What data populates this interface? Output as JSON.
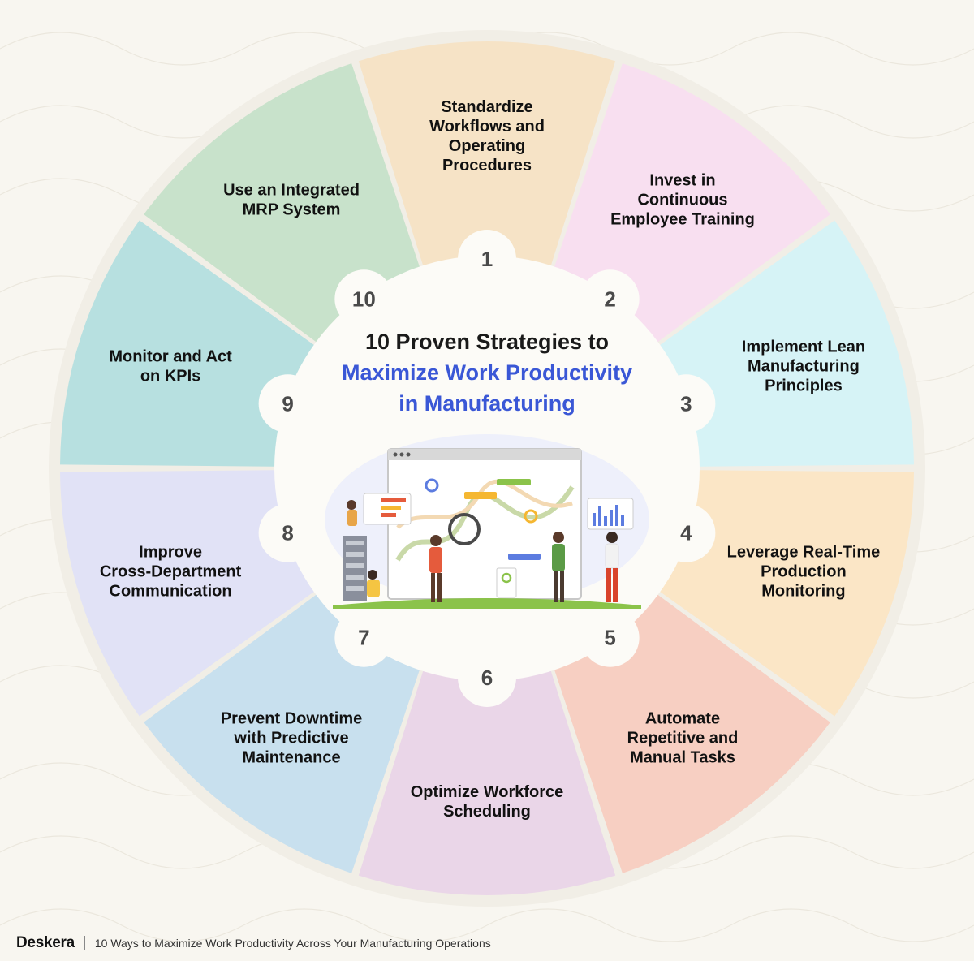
{
  "diagram": {
    "title_line1": "10 Proven Strategies to",
    "title_line2": "Maximize Work Productivity",
    "title_line3": "in Manufacturing",
    "accent_color": "#3a57d6",
    "segments": [
      {
        "number": "1",
        "lines": [
          "Standardize",
          "Workflows and",
          "Operating",
          "Procedures"
        ],
        "color": "#f6e3c6"
      },
      {
        "number": "2",
        "lines": [
          "Invest in",
          "Continuous",
          "Employee Training"
        ],
        "color": "#f8dff0"
      },
      {
        "number": "3",
        "lines": [
          "Implement Lean",
          "Manufacturing",
          "Principles"
        ],
        "color": "#d6f3f6"
      },
      {
        "number": "4",
        "lines": [
          "Leverage Real-Time",
          "Production",
          "Monitoring"
        ],
        "color": "#fbe6c6"
      },
      {
        "number": "5",
        "lines": [
          "Automate",
          "Repetitive and",
          "Manual Tasks"
        ],
        "color": "#f7cfc2"
      },
      {
        "number": "6",
        "lines": [
          "Optimize Workforce",
          "Scheduling"
        ],
        "color": "#ead6e8"
      },
      {
        "number": "7",
        "lines": [
          "Prevent Downtime",
          "with Predictive",
          "Maintenance"
        ],
        "color": "#c8e0ee"
      },
      {
        "number": "8",
        "lines": [
          "Improve",
          "Cross-Department",
          "Communication"
        ],
        "color": "#e1e2f6"
      },
      {
        "number": "9",
        "lines": [
          "Monitor and Act",
          "on KPIs"
        ],
        "color": "#b7e0e0"
      },
      {
        "number": "10",
        "lines": [
          "Use an Integrated",
          "MRP System"
        ],
        "color": "#c8e2cb"
      }
    ],
    "icons": [
      "dashboard-illustration-icon",
      "people-analyzing-data-icon"
    ]
  },
  "footer": {
    "brand": "Deskera",
    "caption": "10 Ways to Maximize Work Productivity Across Your Manufacturing Operations"
  }
}
